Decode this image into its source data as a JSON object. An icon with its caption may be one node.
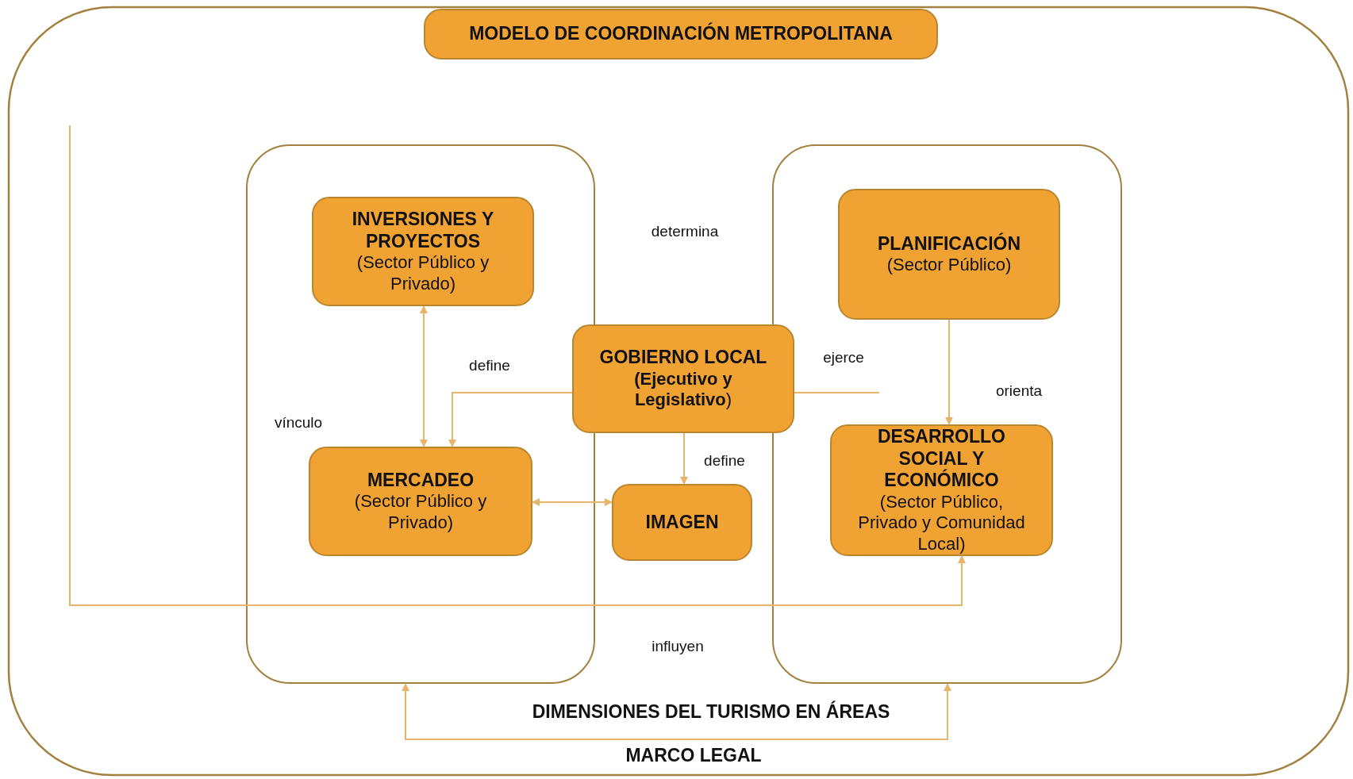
{
  "diagram": {
    "nodes": [
      {
        "text": [
          "MODELO DE COORDINACIÓN METROPOLITANA"
        ]
      },
      {
        "text": [],
        "shape": "box"
      },
      {
        "text": [],
        "shape": "box"
      },
      {
        "text": [
          "INVERSIONES Y PROYECTOS",
          "(Sector Público y Privado)"
        ],
        "in": 1
      },
      {
        "text": [
          "MERCADEO",
          "(Sector Público y Privado)"
        ],
        "in": 1
      },
      {
        "text": [
          "GOBIERNO LOCAL",
          "**(Ejecutivo y Legislativo**)"
        ]
      },
      {
        "text": [
          "IMAGEN"
        ]
      },
      {
        "text": [
          "PLANIFICACIÓN",
          "(Sector Público)"
        ],
        "in": 2
      },
      {
        "text": [
          "DESARROLLO SOCIAL Y ECONÓMICO",
          "(Sector Público, Privado y Comunidad Local)"
        ],
        "in": 2
      }
    ],
    "edges": [
      {
        "from": 3,
        "to": 4,
        "arrow": "both"
      },
      {
        "from": 5,
        "to": 4,
        "arrow": "to",
        "label": "define"
      },
      {
        "from": 5,
        "to": 6,
        "arrow": "to",
        "label": "define"
      },
      {
        "from": 4,
        "to": 6,
        "arrow": "both"
      },
      {
        "from": 5,
        "to": null,
        "arrow": "none",
        "label": "ejerce"
      },
      {
        "from": 7,
        "to": 8,
        "arrow": "to",
        "label": "orienta"
      },
      {
        "from": null,
        "to": 8,
        "arrow": "to"
      },
      {
        "from": 1,
        "to": 2,
        "arrow": "both"
      }
    ],
    "labels": [
      "determina",
      "vínculo",
      "influyen",
      "DIMENSIONES DEL TURISMO EN ÁREAS",
      "MARCO LEGAL"
    ]
  }
}
